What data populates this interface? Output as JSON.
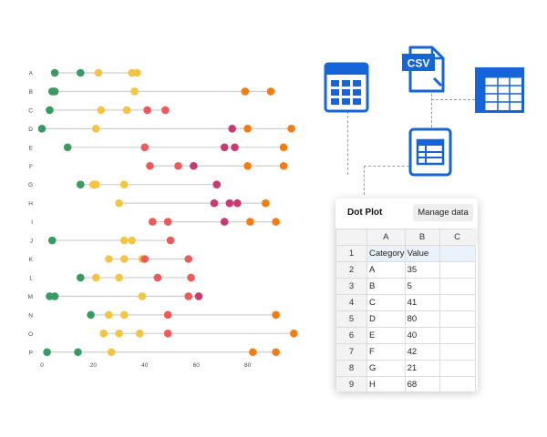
{
  "chart_data": {
    "type": "scatter",
    "xlim": [
      0,
      100
    ],
    "x_ticks": [
      0,
      20,
      40,
      60,
      80
    ],
    "colors": {
      "green": "#3a9a63",
      "yellow": "#f4c542",
      "red": "#ee5a5a",
      "magenta": "#c73a72",
      "orange": "#f47c12",
      "line": "#cfcfcf"
    },
    "rows": [
      {
        "label": "A",
        "points": [
          {
            "x": 5,
            "c": "green"
          },
          {
            "x": 15,
            "c": "green"
          },
          {
            "x": 22,
            "c": "yellow"
          },
          {
            "x": 35,
            "c": "yellow"
          },
          {
            "x": 37,
            "c": "yellow"
          }
        ]
      },
      {
        "label": "B",
        "points": [
          {
            "x": 4,
            "c": "green"
          },
          {
            "x": 5,
            "c": "green"
          },
          {
            "x": 36,
            "c": "yellow"
          },
          {
            "x": 79,
            "c": "orange"
          },
          {
            "x": 89,
            "c": "orange"
          }
        ]
      },
      {
        "label": "C",
        "points": [
          {
            "x": 3,
            "c": "green"
          },
          {
            "x": 23,
            "c": "yellow"
          },
          {
            "x": 33,
            "c": "yellow"
          },
          {
            "x": 41,
            "c": "red"
          },
          {
            "x": 48,
            "c": "red"
          }
        ]
      },
      {
        "label": "D",
        "points": [
          {
            "x": 0,
            "c": "green"
          },
          {
            "x": 21,
            "c": "yellow"
          },
          {
            "x": 74,
            "c": "magenta"
          },
          {
            "x": 80,
            "c": "orange"
          },
          {
            "x": 97,
            "c": "orange"
          }
        ]
      },
      {
        "label": "E",
        "points": [
          {
            "x": 10,
            "c": "green"
          },
          {
            "x": 40,
            "c": "red"
          },
          {
            "x": 71,
            "c": "magenta"
          },
          {
            "x": 75,
            "c": "magenta"
          },
          {
            "x": 94,
            "c": "orange"
          }
        ]
      },
      {
        "label": "F",
        "points": [
          {
            "x": 42,
            "c": "red"
          },
          {
            "x": 53,
            "c": "red"
          },
          {
            "x": 59,
            "c": "magenta"
          },
          {
            "x": 80,
            "c": "orange"
          },
          {
            "x": 94,
            "c": "orange"
          }
        ]
      },
      {
        "label": "G",
        "points": [
          {
            "x": 15,
            "c": "green"
          },
          {
            "x": 20,
            "c": "yellow"
          },
          {
            "x": 21,
            "c": "yellow"
          },
          {
            "x": 32,
            "c": "yellow"
          },
          {
            "x": 68,
            "c": "magenta"
          }
        ]
      },
      {
        "label": "H",
        "points": [
          {
            "x": 30,
            "c": "yellow"
          },
          {
            "x": 67,
            "c": "magenta"
          },
          {
            "x": 73,
            "c": "magenta"
          },
          {
            "x": 76,
            "c": "magenta"
          },
          {
            "x": 87,
            "c": "orange"
          }
        ]
      },
      {
        "label": "I",
        "points": [
          {
            "x": 43,
            "c": "red"
          },
          {
            "x": 49,
            "c": "red"
          },
          {
            "x": 71,
            "c": "magenta"
          },
          {
            "x": 81,
            "c": "orange"
          },
          {
            "x": 91,
            "c": "orange"
          }
        ]
      },
      {
        "label": "J",
        "points": [
          {
            "x": 4,
            "c": "green"
          },
          {
            "x": 32,
            "c": "yellow"
          },
          {
            "x": 35,
            "c": "yellow"
          },
          {
            "x": 50,
            "c": "red"
          }
        ]
      },
      {
        "label": "K",
        "points": [
          {
            "x": 26,
            "c": "yellow"
          },
          {
            "x": 32,
            "c": "yellow"
          },
          {
            "x": 39,
            "c": "yellow"
          },
          {
            "x": 40,
            "c": "red"
          },
          {
            "x": 57,
            "c": "red"
          }
        ]
      },
      {
        "label": "L",
        "points": [
          {
            "x": 15,
            "c": "green"
          },
          {
            "x": 21,
            "c": "yellow"
          },
          {
            "x": 30,
            "c": "yellow"
          },
          {
            "x": 45,
            "c": "red"
          },
          {
            "x": 58,
            "c": "red"
          }
        ]
      },
      {
        "label": "M",
        "points": [
          {
            "x": 3,
            "c": "green"
          },
          {
            "x": 5,
            "c": "green"
          },
          {
            "x": 39,
            "c": "yellow"
          },
          {
            "x": 57,
            "c": "red"
          },
          {
            "x": 61,
            "c": "magenta"
          }
        ]
      },
      {
        "label": "N",
        "points": [
          {
            "x": 19,
            "c": "green"
          },
          {
            "x": 26,
            "c": "yellow"
          },
          {
            "x": 32,
            "c": "yellow"
          },
          {
            "x": 49,
            "c": "red"
          },
          {
            "x": 91,
            "c": "orange"
          }
        ]
      },
      {
        "label": "O",
        "points": [
          {
            "x": 24,
            "c": "yellow"
          },
          {
            "x": 30,
            "c": "yellow"
          },
          {
            "x": 38,
            "c": "yellow"
          },
          {
            "x": 49,
            "c": "red"
          },
          {
            "x": 98,
            "c": "orange"
          }
        ]
      },
      {
        "label": "P",
        "points": [
          {
            "x": 2,
            "c": "green"
          },
          {
            "x": 14,
            "c": "green"
          },
          {
            "x": 27,
            "c": "yellow"
          },
          {
            "x": 82,
            "c": "orange"
          },
          {
            "x": 91,
            "c": "orange"
          }
        ]
      }
    ]
  },
  "icons": {
    "spreadsheet_app": "spreadsheet-app-icon",
    "csv_file": "csv-file-icon",
    "csv_label": "CSV",
    "table_grid": "table-grid-icon",
    "document": "document-icon",
    "blue": "#1565d8"
  },
  "panel": {
    "title": "Dot Plot",
    "manage_button": "Manage data",
    "columns": [
      "A",
      "B",
      "C"
    ],
    "rows": [
      {
        "n": "1",
        "a": "Category",
        "b": "Value",
        "c": ""
      },
      {
        "n": "2",
        "a": "A",
        "b": "35",
        "c": ""
      },
      {
        "n": "3",
        "a": "B",
        "b": "5",
        "c": ""
      },
      {
        "n": "4",
        "a": "C",
        "b": "41",
        "c": ""
      },
      {
        "n": "5",
        "a": "D",
        "b": "80",
        "c": ""
      },
      {
        "n": "6",
        "a": "E",
        "b": "40",
        "c": ""
      },
      {
        "n": "7",
        "a": "F",
        "b": "42",
        "c": ""
      },
      {
        "n": "8",
        "a": "G",
        "b": "21",
        "c": ""
      },
      {
        "n": "9",
        "a": "H",
        "b": "68",
        "c": ""
      }
    ]
  }
}
